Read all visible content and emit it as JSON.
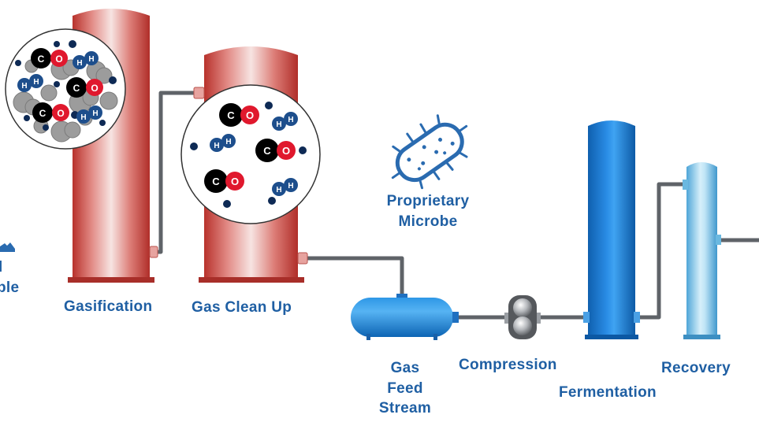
{
  "labels": {
    "gasification": "Gasification",
    "gas_clean_up": "Gas Clean Up",
    "proprietary_microbe_line1": "Proprietary",
    "proprietary_microbe_line2": "Microbe",
    "gas_feed_line1": "Gas",
    "gas_feed_line2": "Feed",
    "gas_feed_line3": "Stream",
    "compression": "Compression",
    "fermentation": "Fermentation",
    "recovery": "Recovery",
    "cut_left_line1": "l",
    "cut_left_line2": "ble"
  },
  "molecules": {
    "carbon": "C",
    "oxygen": "O",
    "hydrogen": "H"
  },
  "colors": {
    "red_vessel": "#c8413b",
    "blue_vessel": "#1a73c9",
    "light_blue_vessel": "#5cb4e0",
    "pipe": "#5f6368",
    "label": "#1f5fa3",
    "carbon": "#000000",
    "oxygen": "#e0182d",
    "hydrogen": "#1d4e8c",
    "particle": "#9a9a9a"
  }
}
